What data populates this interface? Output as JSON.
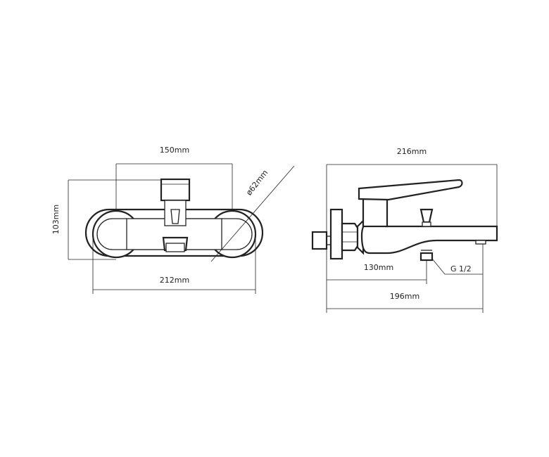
{
  "front_view": {
    "width_top": "150mm",
    "width_bottom": "212mm",
    "height": "103mm",
    "diameter": "ø62mm"
  },
  "side_view": {
    "overall_length": "216mm",
    "inlet_to_outlet": "130mm",
    "spout_reach": "196mm",
    "thread": "G 1/2"
  }
}
